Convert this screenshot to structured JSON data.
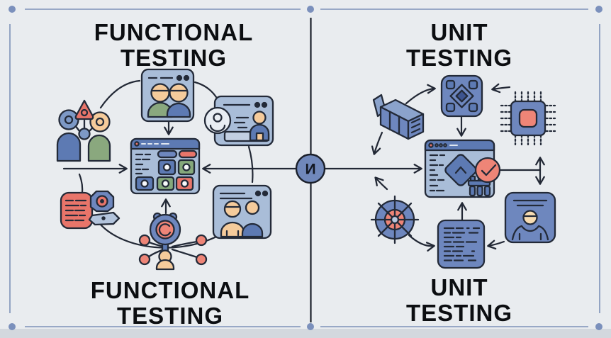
{
  "left_panel": {
    "title_top": {
      "line1": "FUNCTIONAL",
      "line2": "TESTING"
    },
    "title_bottom": {
      "line1": "FUNCTIONAL",
      "line2": "TESTING"
    },
    "icons": [
      "team-alert-icon",
      "video-call-window-icon",
      "support-agent-window-icon",
      "app-dashboard-window-icon",
      "report-camera-icon",
      "timer-team-icon",
      "users-window-icon"
    ]
  },
  "right_panel": {
    "title_top": {
      "line1": "UNIT",
      "line2": "TESTING"
    },
    "title_bottom": {
      "line1": "UNIT",
      "line2": "TESTING"
    },
    "icons": [
      "stacked-blocks-icon",
      "module-grid-icon",
      "cpu-chip-icon",
      "code-review-window-icon",
      "gear-wheel-icon",
      "code-block-icon",
      "developer-card-icon"
    ]
  },
  "center_connector": {
    "label": "И"
  },
  "colors": {
    "background": "#e9ecef",
    "bottom_band": "#d3d8de",
    "frame": "#7e92b8",
    "frame_dot": "#7b90bc",
    "outline": "#232a38",
    "icon_blue": "#6e87be",
    "window_fill": "#a9bdd8",
    "titlebar_blue": "#5d7ab3",
    "accent_red": "#e8756a",
    "accent_green": "#85a87b",
    "skin_tan": "#f5cb9b",
    "connector_fill": "#7088bb"
  }
}
